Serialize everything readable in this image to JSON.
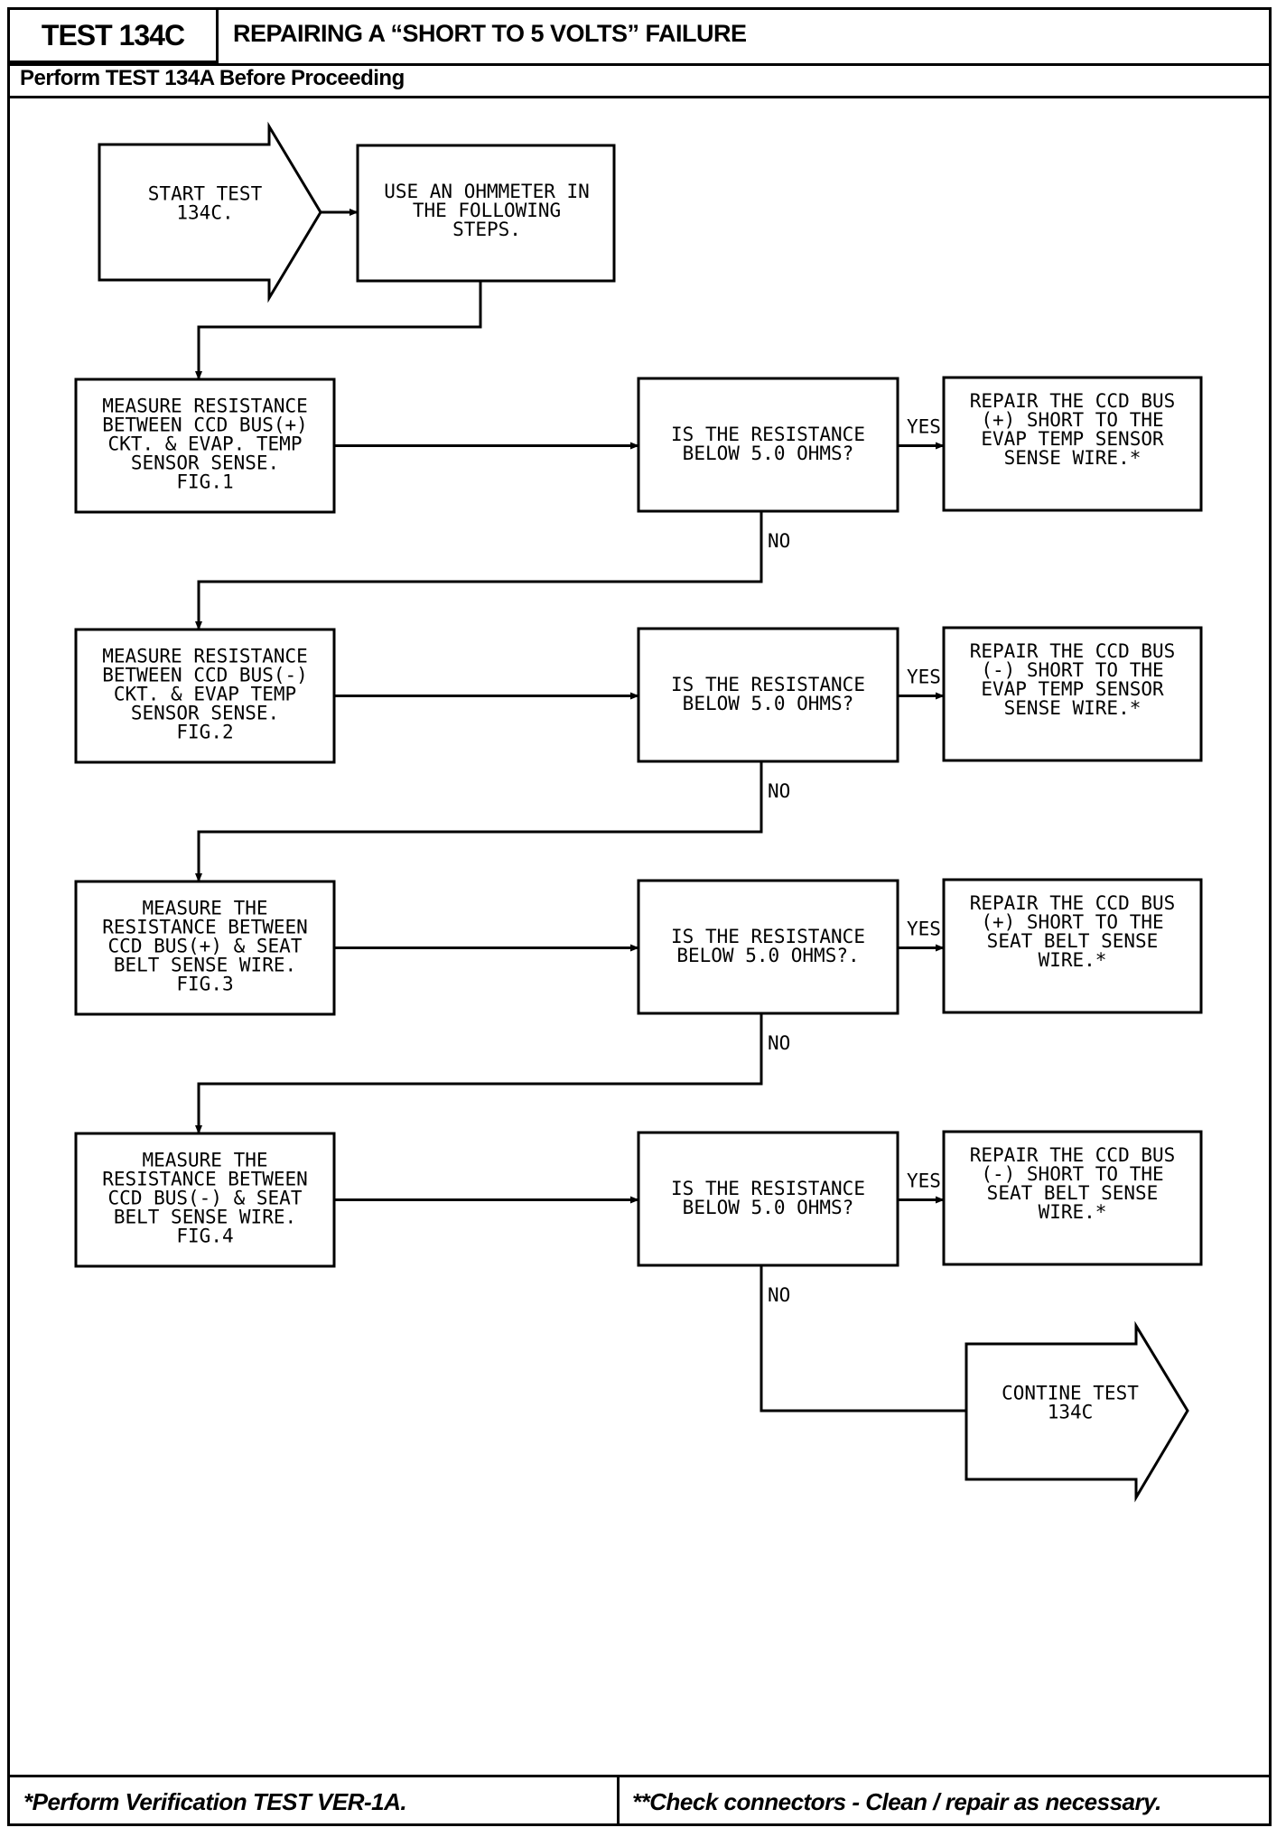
{
  "header": {
    "test_id": "TEST 134C",
    "title": "REPAIRING A “SHORT TO 5 VOLTS” FAILURE",
    "subtitle": "Perform TEST 134A Before Proceeding"
  },
  "flow": {
    "start": [
      "START TEST",
      "134C."
    ],
    "use_ohmmeter": [
      "USE AN OHMMETER IN",
      "THE FOLLOWING",
      "STEPS."
    ],
    "yes_label": "YES",
    "no_label": "NO",
    "steps": [
      {
        "measure": [
          "MEASURE RESISTANCE",
          "BETWEEN CCD BUS(+)",
          "CKT. & EVAP. TEMP",
          "SENSOR SENSE.",
          "FIG.1"
        ],
        "question": [
          "IS THE RESISTANCE",
          "BELOW 5.0 OHMS?"
        ],
        "repair": [
          "REPAIR THE CCD BUS",
          "(+) SHORT TO THE",
          "EVAP TEMP SENSOR",
          "SENSE WIRE.*"
        ]
      },
      {
        "measure": [
          "MEASURE RESISTANCE",
          "BETWEEN CCD BUS(-)",
          "CKT. & EVAP TEMP",
          "SENSOR SENSE.",
          "FIG.2"
        ],
        "question": [
          "IS THE RESISTANCE",
          "BELOW 5.0 OHMS?"
        ],
        "repair": [
          "REPAIR THE CCD BUS",
          "(-) SHORT TO THE",
          "EVAP TEMP SENSOR",
          "SENSE WIRE.*"
        ]
      },
      {
        "measure": [
          "MEASURE THE",
          "RESISTANCE BETWEEN",
          "CCD BUS(+) & SEAT",
          "BELT SENSE WIRE.",
          "FIG.3"
        ],
        "question": [
          "IS THE RESISTANCE",
          "BELOW 5.0 OHMS?."
        ],
        "repair": [
          "REPAIR THE CCD BUS",
          "(+) SHORT TO THE",
          "SEAT BELT SENSE",
          "WIRE.*"
        ]
      },
      {
        "measure": [
          "MEASURE THE",
          "RESISTANCE BETWEEN",
          "CCD BUS(-) & SEAT",
          "BELT SENSE WIRE.",
          "FIG.4"
        ],
        "question": [
          "IS THE RESISTANCE",
          "BELOW 5.0 OHMS?"
        ],
        "repair": [
          "REPAIR THE CCD BUS",
          "(-) SHORT TO THE",
          "SEAT BELT SENSE",
          "WIRE.*"
        ]
      }
    ],
    "continue": [
      "CONTINE TEST",
      "134C"
    ]
  },
  "footer": {
    "left": "*Perform Verification TEST VER-1A.",
    "right": "**Check connectors - Clean / repair as necessary."
  }
}
